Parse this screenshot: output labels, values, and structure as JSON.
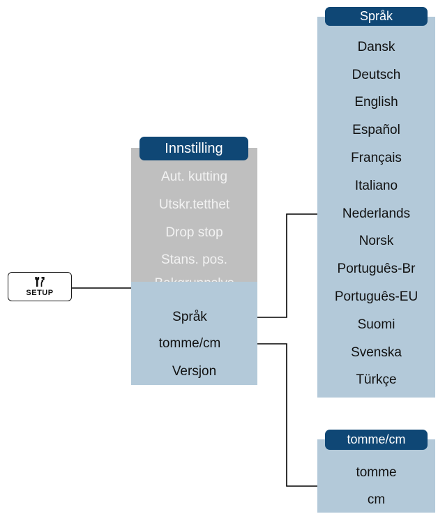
{
  "setup_key": {
    "icon": "wrench-screwdriver-icon",
    "label": "SETUP"
  },
  "settings_menu": {
    "title": "Innstilling",
    "gray_items": [
      "Aut. kutting",
      "Utskr.tetthet",
      "Drop stop",
      "Stans. pos.",
      "Bakgrunnslys"
    ],
    "blue_items": [
      "Språk",
      "tomme/cm",
      "Versjon"
    ]
  },
  "language_menu": {
    "title": "Språk",
    "items": [
      "Dansk",
      "Deutsch",
      "English",
      "Español",
      "Français",
      "Italiano",
      "Nederlands",
      "Norsk",
      "Português-Br",
      "Português-EU",
      "Suomi",
      "Svenska",
      "Türkçe"
    ]
  },
  "unit_menu": {
    "title": "tomme/cm",
    "items": [
      "tomme",
      "cm"
    ]
  },
  "colors": {
    "title_bar": "#0f4775",
    "inactive_panel": "#bfbfbf",
    "active_panel": "#b3c9d9",
    "connector": "#000000"
  }
}
